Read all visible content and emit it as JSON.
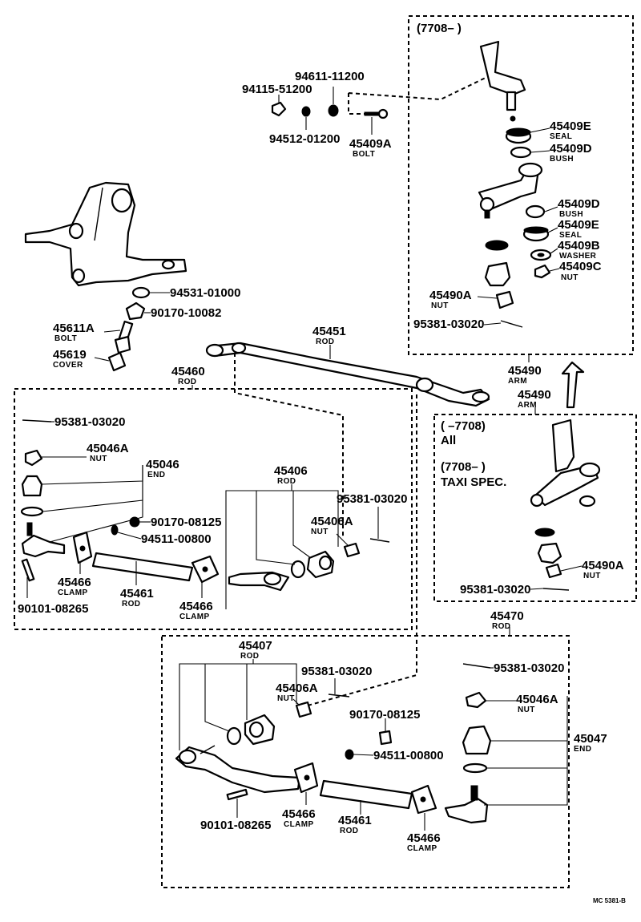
{
  "diagram_id": "MC 5381-B",
  "boxes": {
    "top_right_condition": "(7708–          )",
    "right_condition_1": "(          –7708)",
    "right_condition_1b": "All",
    "right_condition_2": "(7708–          )",
    "right_condition_2b": "TAXI SPEC."
  },
  "labels": {
    "p94611_11200": "94611-11200",
    "p94115_51200": "94115-51200",
    "p94512_01200": "94512-01200",
    "p45409A": "45409A",
    "p45409A_d": "BOLT",
    "p45409E_1": "45409E",
    "p45409E_1_d": "SEAL",
    "p45409D_1": "45409D",
    "p45409D_1_d": "BUSH",
    "p45409D_2": "45409D",
    "p45409D_2_d": "BUSH",
    "p45409E_2": "45409E",
    "p45409E_2_d": "SEAL",
    "p45409B": "45409B",
    "p45409B_d": "WASHER",
    "p45409C": "45409C",
    "p45409C_d": "NUT",
    "p45490A_1": "45490A",
    "p45490A_1_d": "NUT",
    "p95381_top": "95381-03020",
    "p94531": "94531-01000",
    "p90170_10082": "90170-10082",
    "p45611A": "45611A",
    "p45611A_d": "BOLT",
    "p45619": "45619",
    "p45619_d": "COVER",
    "p45451": "45451",
    "p45451_d": "ROD",
    "p45460": "45460",
    "p45460_d": "ROD",
    "p45490_1": "45490",
    "p45490_1_d": "ARM",
    "p45490_2": "45490",
    "p45490_2_d": "ARM",
    "p95381_left": "95381-03020",
    "p45046A_1": "45046A",
    "p45046A_1_d": "NUT",
    "p45046": "45046",
    "p45046_d": "END",
    "p45406_1": "45406",
    "p45406_1_d": "ROD",
    "p95381_mid": "95381-03020",
    "p45406A_1": "45406A",
    "p45406A_1_d": "NUT",
    "p90170_08125_1": "90170-08125",
    "p94511_1": "94511-00800",
    "p45466_1": "45466",
    "p45466_1_d": "CLAMP",
    "p45461_1": "45461",
    "p45461_1_d": "ROD",
    "p45466_2": "45466",
    "p45466_2_d": "CLAMP",
    "p90101_1": "90101-08265",
    "p45490A_2": "45490A",
    "p45490A_2_d": "NUT",
    "p95381_right": "95381-03020",
    "p45470": "45470",
    "p45470_d": "ROD",
    "p45407": "45407",
    "p45407_d": "ROD",
    "p95381_low": "95381-03020",
    "p45406A_2": "45406A",
    "p45406A_2_d": "NUT",
    "p95381_lowright": "95381-03020",
    "p45046A_2": "45046A",
    "p45046A_2_d": "NUT",
    "p90170_08125_2": "90170-08125",
    "p45047": "45047",
    "p45047_d": "END",
    "p94511_2": "94511-00800",
    "p90101_2": "90101-08265",
    "p45466_3": "45466",
    "p45466_3_d": "CLAMP",
    "p45461_2": "45461",
    "p45461_2_d": "ROD",
    "p45466_4": "45466",
    "p45466_4_d": "CLAMP"
  }
}
